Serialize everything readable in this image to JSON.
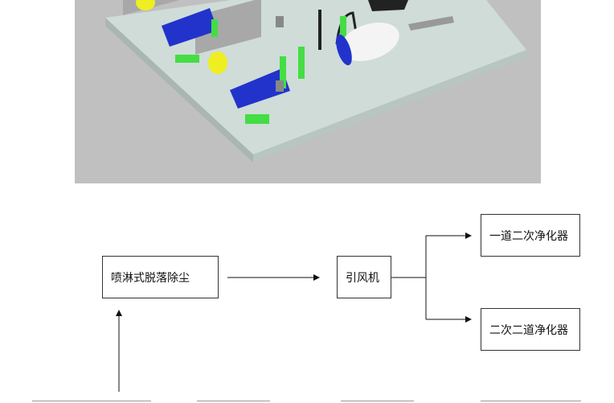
{
  "illustration": {
    "description_icon": "factory-3d-render-image"
  },
  "flow": {
    "node_spray_dust": "喷淋式脱落除尘",
    "node_fan": "引风机",
    "node_purifier_1": "一道二次净化器",
    "node_purifier_2": "二次二道净化器"
  },
  "colors": {
    "image_bg": "#c0c0c0",
    "platform": "#cfdcd8",
    "equipment_blue": "#2233cc",
    "equipment_green": "#44dd44",
    "tank_yellow": "#eeee22"
  }
}
